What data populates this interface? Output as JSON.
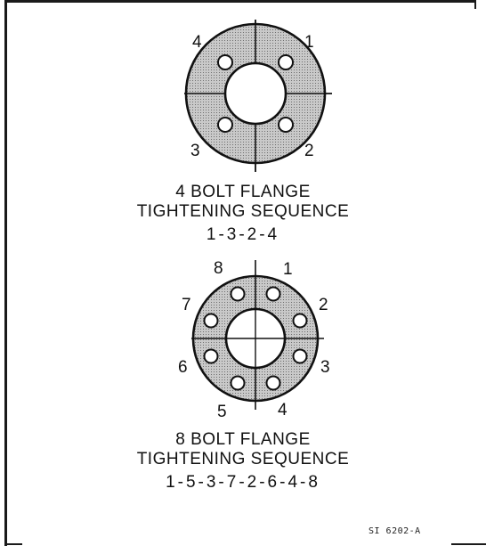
{
  "flange4": {
    "bolt_labels": [
      "1",
      "2",
      "3",
      "4"
    ],
    "caption_line1": "4 BOLT FLANGE",
    "caption_line2": "TIGHTENING SEQUENCE",
    "sequence": "1-3-2-4"
  },
  "flange8": {
    "bolt_labels": [
      "1",
      "2",
      "3",
      "4",
      "5",
      "6",
      "7",
      "8"
    ],
    "caption_line1": "8 BOLT FLANGE",
    "caption_line2": "TIGHTENING SEQUENCE",
    "sequence": "1-5-3-7-2-6-4-8"
  },
  "figure_code": "SI 6202-A",
  "colors": {
    "ring_fill": "#bdbdbd",
    "stroke": "#111111"
  }
}
